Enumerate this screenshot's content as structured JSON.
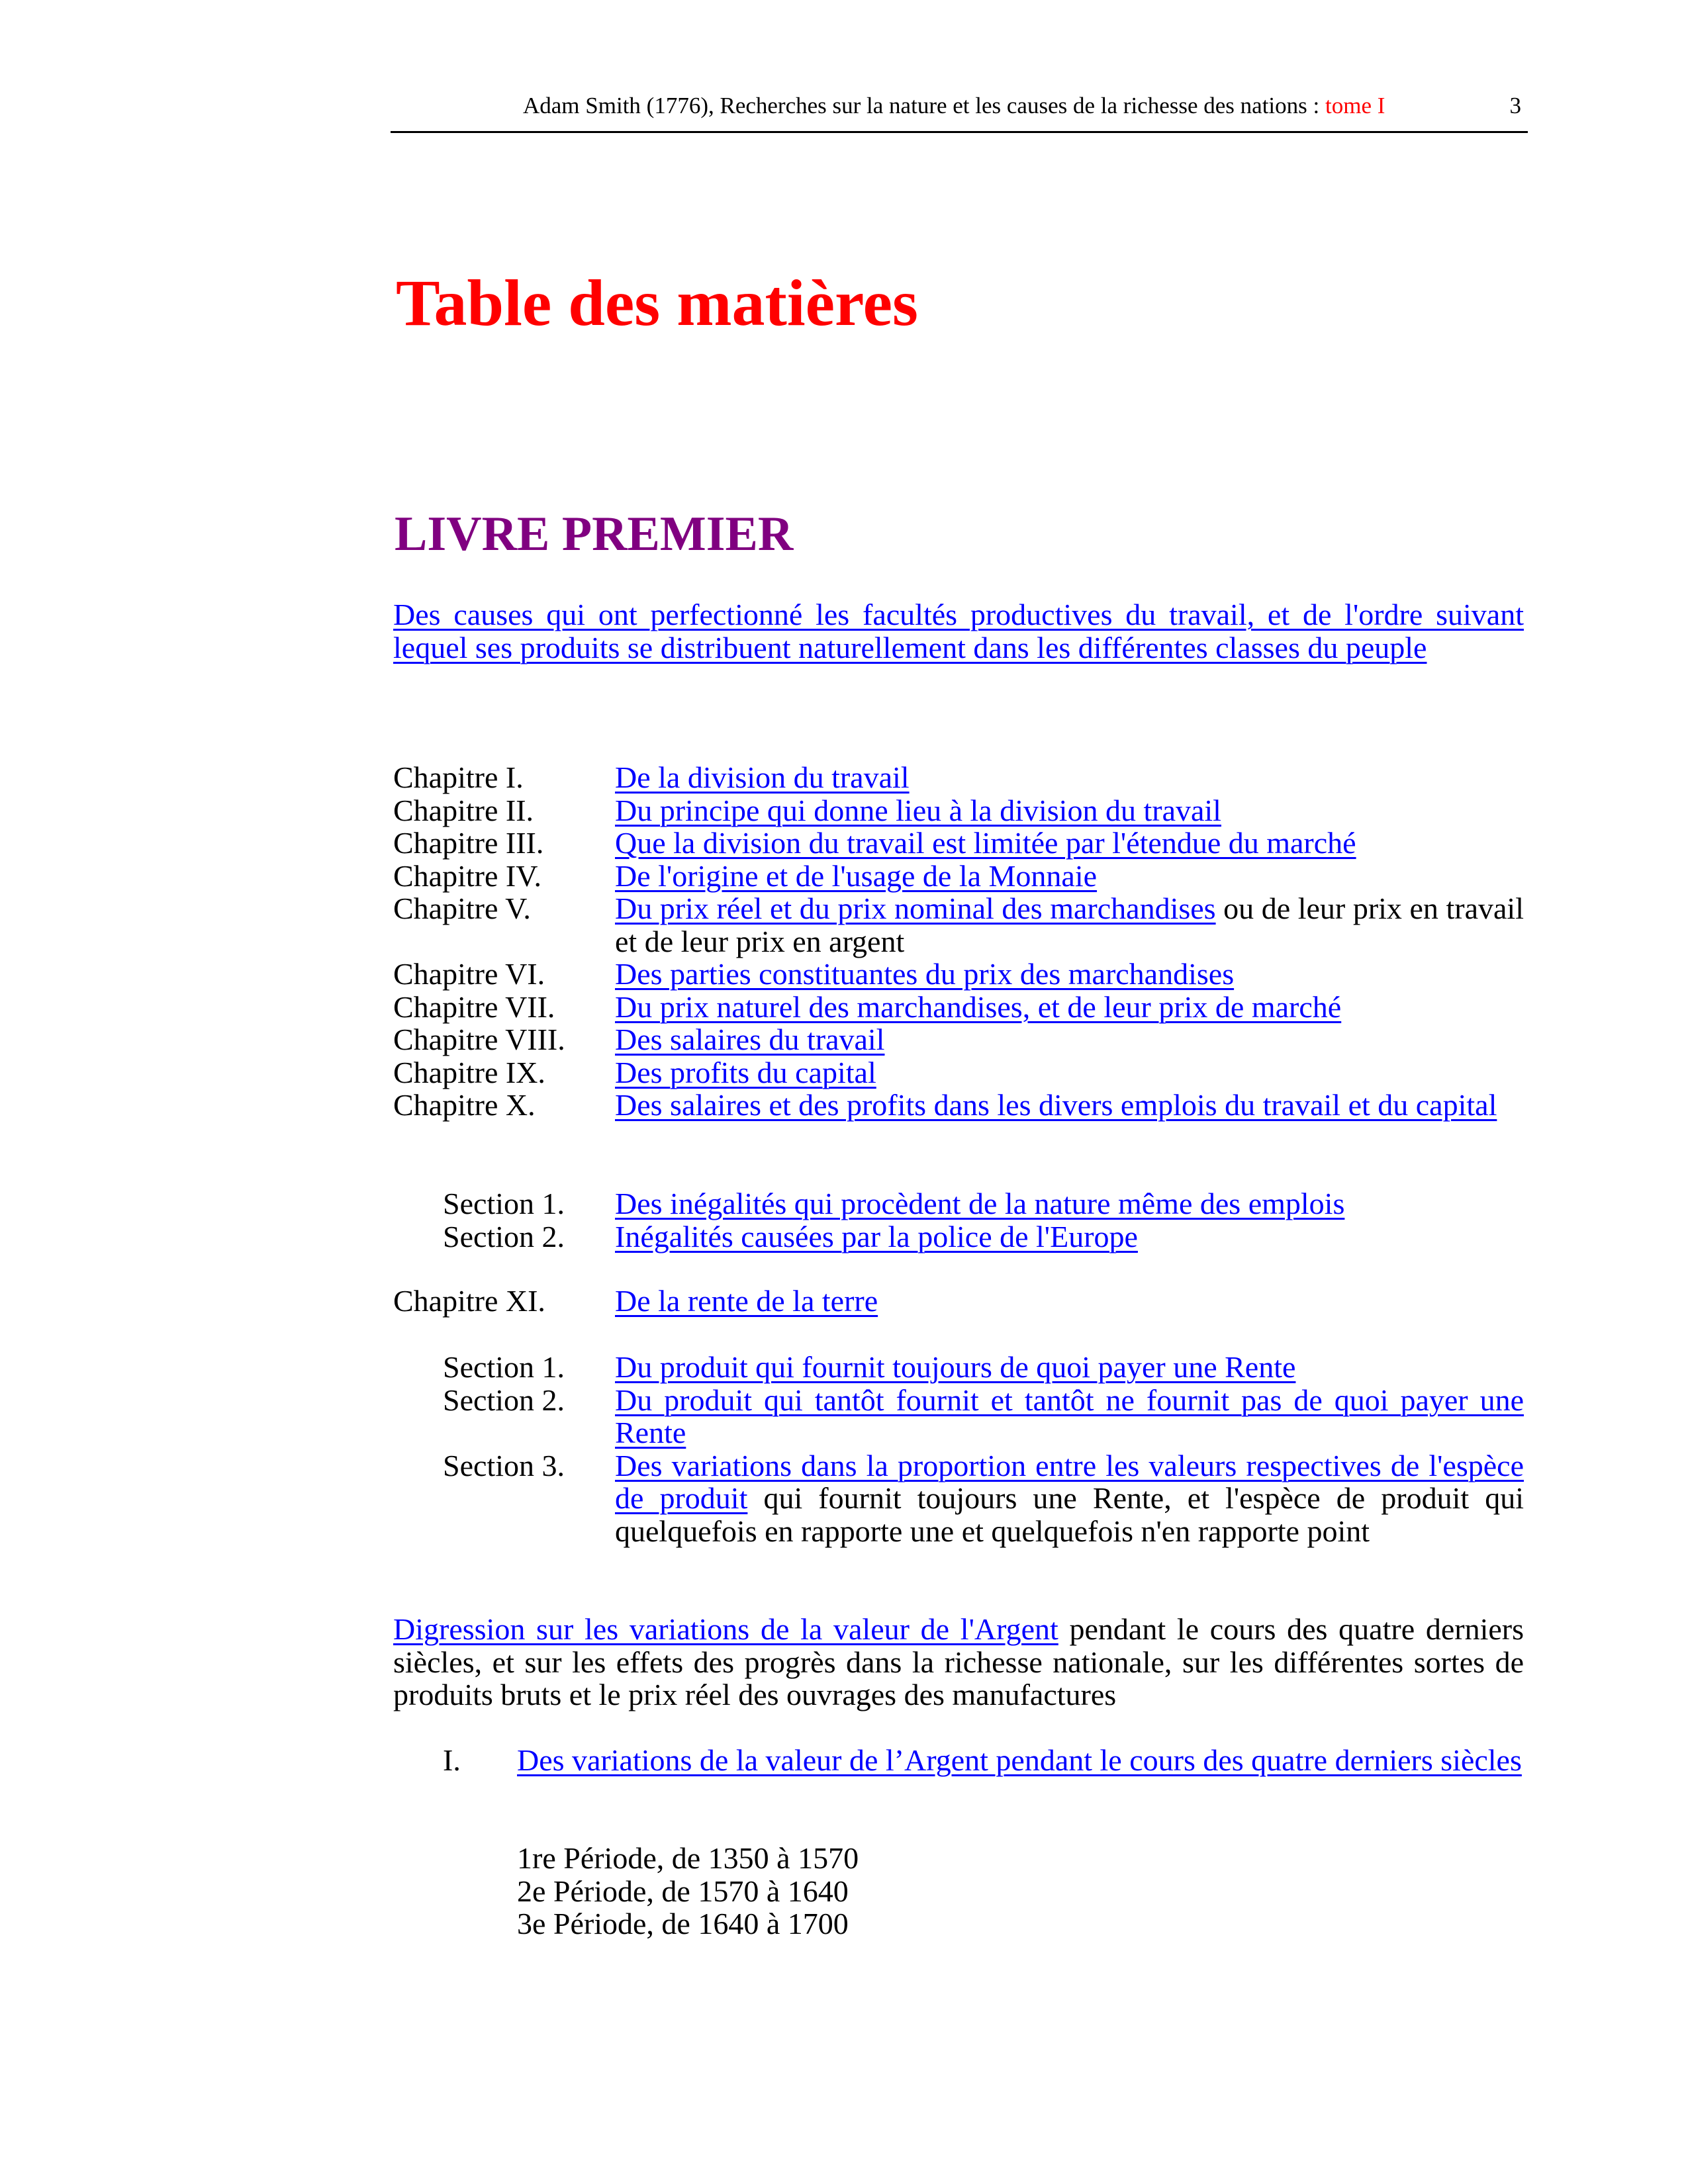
{
  "header": {
    "title": "Adam Smith (1776), Recherches sur la nature et les causes de la richesse des nations : ",
    "tome": "tome I",
    "page": "3"
  },
  "toc_title": "Table des matières",
  "livre": "LIVRE PREMIER",
  "intro_link": "Des causes qui ont perfectionné les facultés productives du travail, et de l'ordre suivant lequel ses produits se distribuent naturellement dans les différentes classes du peuple",
  "chapters": [
    {
      "label": "Chapitre I.",
      "link": "De la division du travail",
      "rest": ""
    },
    {
      "label": "Chapitre II.",
      "link": "Du principe qui donne lieu à la division du travail",
      "rest": ""
    },
    {
      "label": "Chapitre III.",
      "link": "Que la division du travail est limitée par l'étendue du marché",
      "rest": ""
    },
    {
      "label": "Chapitre IV.",
      "link": "De l'origine et de l'usage de la Monnaie",
      "rest": ""
    },
    {
      "label": "Chapitre V.",
      "link": "Du prix réel et du prix nominal des marchandises",
      "rest": " ou de leur prix en travail et de leur prix en argent"
    },
    {
      "label": "Chapitre VI.",
      "link": "Des parties constituantes du prix des marchandises",
      "rest": ""
    },
    {
      "label": "Chapitre VII.",
      "link": "Du prix naturel des marchandises, et de leur prix de marché",
      "rest": ""
    },
    {
      "label": "Chapitre VIII.",
      "link": "Des salaires du travail",
      "rest": ""
    },
    {
      "label": "Chapitre IX.",
      "link": "Des profits du capital",
      "rest": ""
    },
    {
      "label": "Chapitre X.",
      "link": "Des salaires et des profits dans les divers emplois du travail et du capital",
      "rest": ""
    }
  ],
  "chapter10_sections": [
    {
      "label": "Section 1.",
      "link": "Des inégalités qui procèdent de la nature même des emplois"
    },
    {
      "label": "Section 2.",
      "link": "Inégalités causées par la police de l'Europe"
    }
  ],
  "chapter11": {
    "label": "Chapitre XI.",
    "link": "De la rente de la terre"
  },
  "chapter11_sections": [
    {
      "label": "Section 1.",
      "link": "Du produit qui fournit toujours de quoi payer une Rente",
      "rest": ""
    },
    {
      "label": "Section 2.",
      "link": "Du produit qui tantôt fournit et tantôt ne fournit pas de quoi payer une Rente",
      "rest": ""
    },
    {
      "label": "Section 3.",
      "link": "Des variations dans la proportion entre les valeurs respectives de l'espèce de produit",
      "rest": " qui fournit toujours une Rente, et l'espèce de produit qui quelquefois en rapporte une et quelquefois n'en rapporte point"
    }
  ],
  "digression": {
    "link": "Digression sur les variations de la valeur de l'Argent",
    "rest": " pendant le cours des quatre derniers siècles, et sur les effets des progrès dans la richesse nationale, sur les différentes sortes de produits bruts et le prix réel des ouvrages des manufactures"
  },
  "part1": {
    "label": "I.",
    "link": "Des variations de la valeur de l’Argent pendant le cours des quatre derniers siècles"
  },
  "periods": [
    "1re Période, de 1350 à 1570",
    "2e Période, de 1570 à 1640",
    "3e Période, de 1640 à 1700"
  ]
}
